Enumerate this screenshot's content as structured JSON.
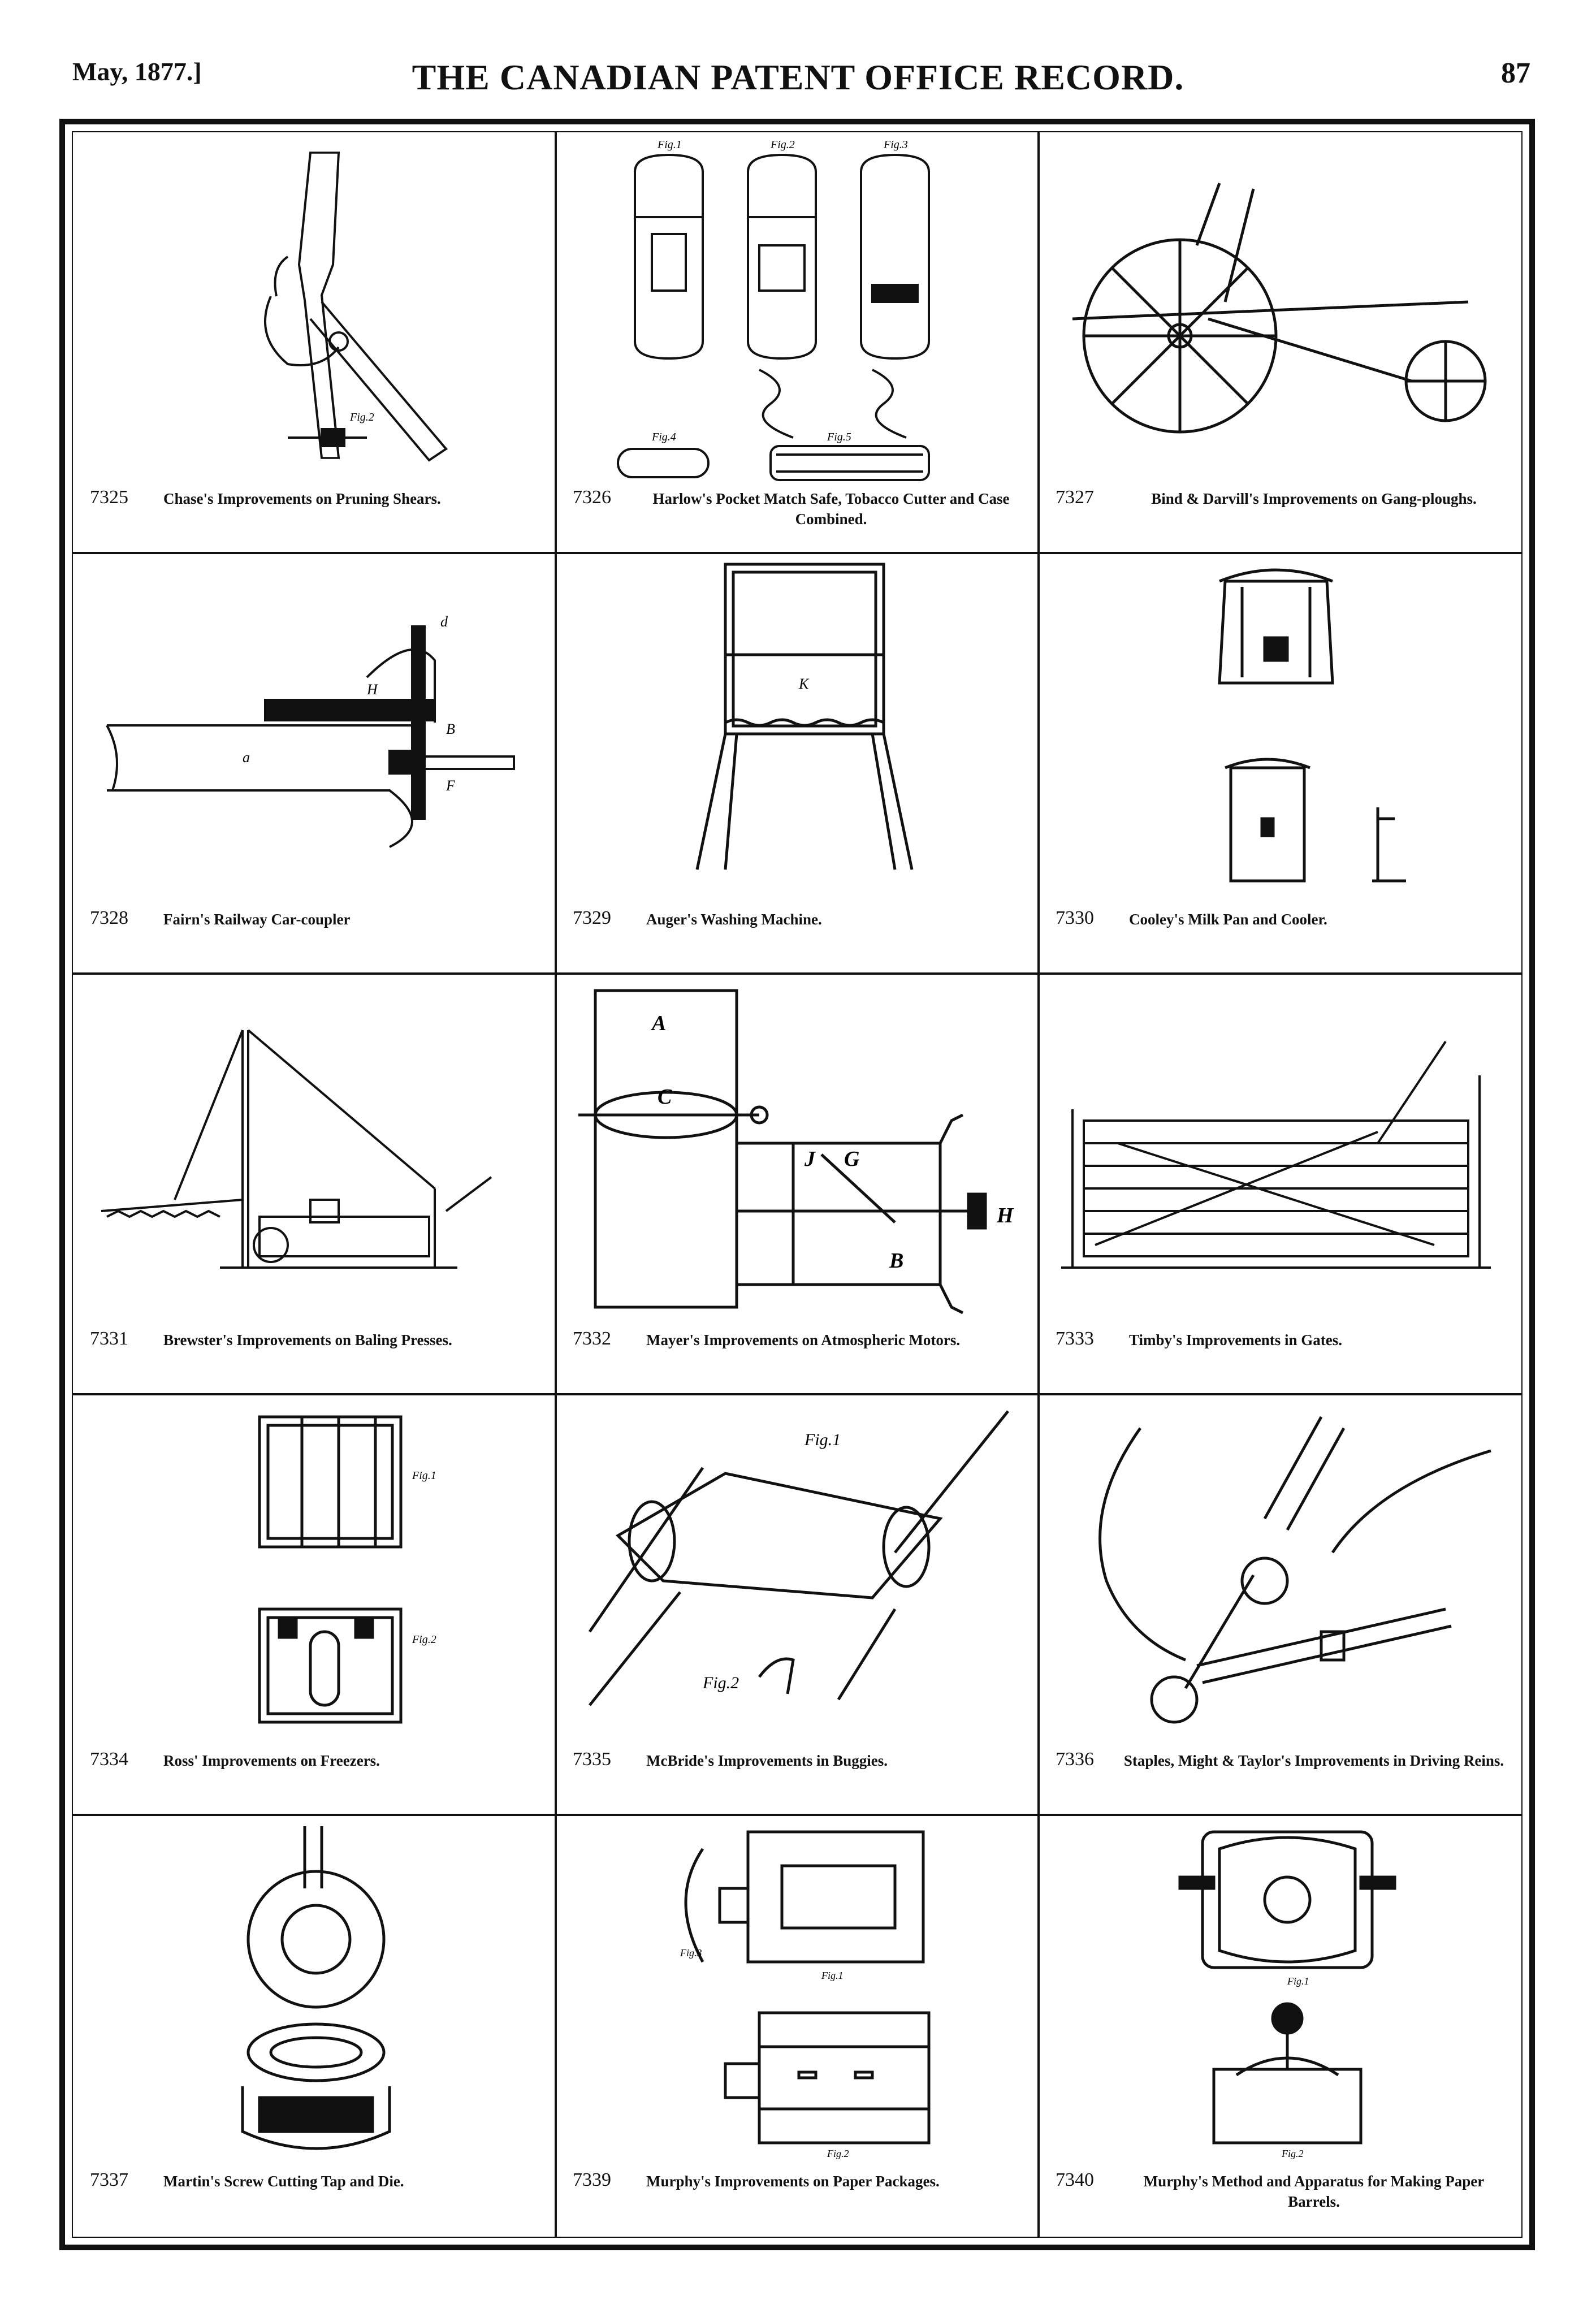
{
  "header": {
    "date": "May, 1877.]",
    "title": "THE CANADIAN PATENT OFFICE RECORD.",
    "page": "87"
  },
  "plates": [
    {
      "number": "7325",
      "title": "Chase's Improvements on Pruning Shears.",
      "labels": [
        "Fig.2"
      ]
    },
    {
      "number": "7326",
      "title": "Harlow's Pocket Match Safe, Tobacco Cutter and Case Combined.",
      "labels": [
        "Fig.1",
        "Fig.2",
        "Fig.3",
        "Fig.4",
        "Fig.5"
      ]
    },
    {
      "number": "7327",
      "title": "Bind & Darvill's Improvements on Gang-ploughs.",
      "labels": []
    },
    {
      "number": "7328",
      "title": "Fairn's Railway Car-coupler",
      "labels": [
        "H",
        "B",
        "a",
        "F",
        "d"
      ]
    },
    {
      "number": "7329",
      "title": "Auger's Washing Machine.",
      "labels": [
        "K"
      ]
    },
    {
      "number": "7330",
      "title": "Cooley's Milk Pan and Cooler.",
      "labels": []
    },
    {
      "number": "7331",
      "title": "Brewster's Improvements on Baling Presses.",
      "labels": []
    },
    {
      "number": "7332",
      "title": "Mayer's Improvements on Atmospheric Motors.",
      "labels": [
        "A",
        "C",
        "B",
        "H",
        "J",
        "G"
      ]
    },
    {
      "number": "7333",
      "title": "Timby's Improvements in Gates.",
      "labels": []
    },
    {
      "number": "7334",
      "title": "Ross' Improvements on Freezers.",
      "labels": [
        "Fig.1",
        "Fig.2"
      ]
    },
    {
      "number": "7335",
      "title": "McBride's Improvements in Buggies.",
      "labels": [
        "Fig.1",
        "Fig.2"
      ]
    },
    {
      "number": "7336",
      "title": "Staples, Might & Taylor's Improvements in Driving Reins.",
      "labels": []
    },
    {
      "number": "7337",
      "title": "Martin's Screw Cutting Tap and Die.",
      "labels": []
    },
    {
      "number": "7339",
      "title": "Murphy's Improvements on Paper Packages.",
      "labels": [
        "Fig.1",
        "Fig.2",
        "Fig.3"
      ]
    },
    {
      "number": "7340",
      "title": "Murphy's Method and Apparatus for Making Paper Barrels.",
      "labels": [
        "Fig.1",
        "Fig.2"
      ]
    }
  ]
}
